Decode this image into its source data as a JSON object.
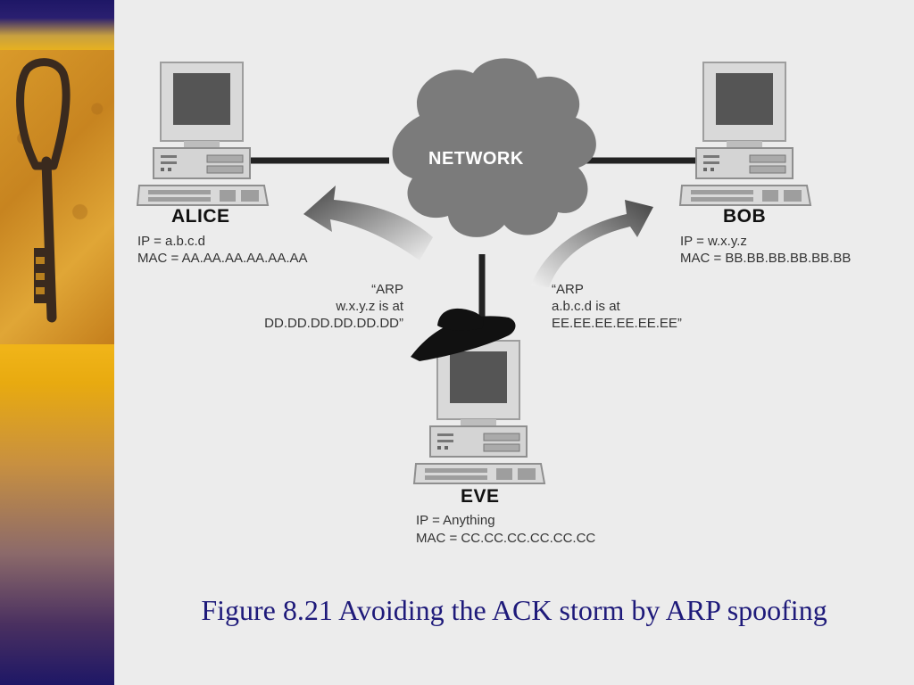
{
  "network": {
    "label": "NETWORK"
  },
  "alice": {
    "name": "ALICE",
    "ip": "IP  =  a.b.c.d",
    "mac": "MAC  =  AA.AA.AA.AA.AA.AA"
  },
  "bob": {
    "name": "BOB",
    "ip": "IP  =  w.x.y.z",
    "mac": "MAC  =  BB.BB.BB.BB.BB.BB"
  },
  "eve": {
    "name": "EVE",
    "ip": "IP  =  Anything",
    "mac": "MAC  =  CC.CC.CC.CC.CC.CC"
  },
  "arp_to_alice": {
    "line1": "“ARP",
    "line2": "w.x.y.z  is at",
    "line3": "DD.DD.DD.DD.DD.DD”"
  },
  "arp_to_bob": {
    "line1": "“ARP",
    "line2": "a.b.c.d  is at",
    "line3": "EE.EE.EE.EE.EE.EE”"
  },
  "caption": "Figure 8.21 Avoiding the ACK storm by ARP spoofing",
  "colors": {
    "caption": "#1e1a7a",
    "cloud": "#7b7b7b",
    "sidebar_top": "#1e1766",
    "sidebar_mid": "#f0b418"
  }
}
